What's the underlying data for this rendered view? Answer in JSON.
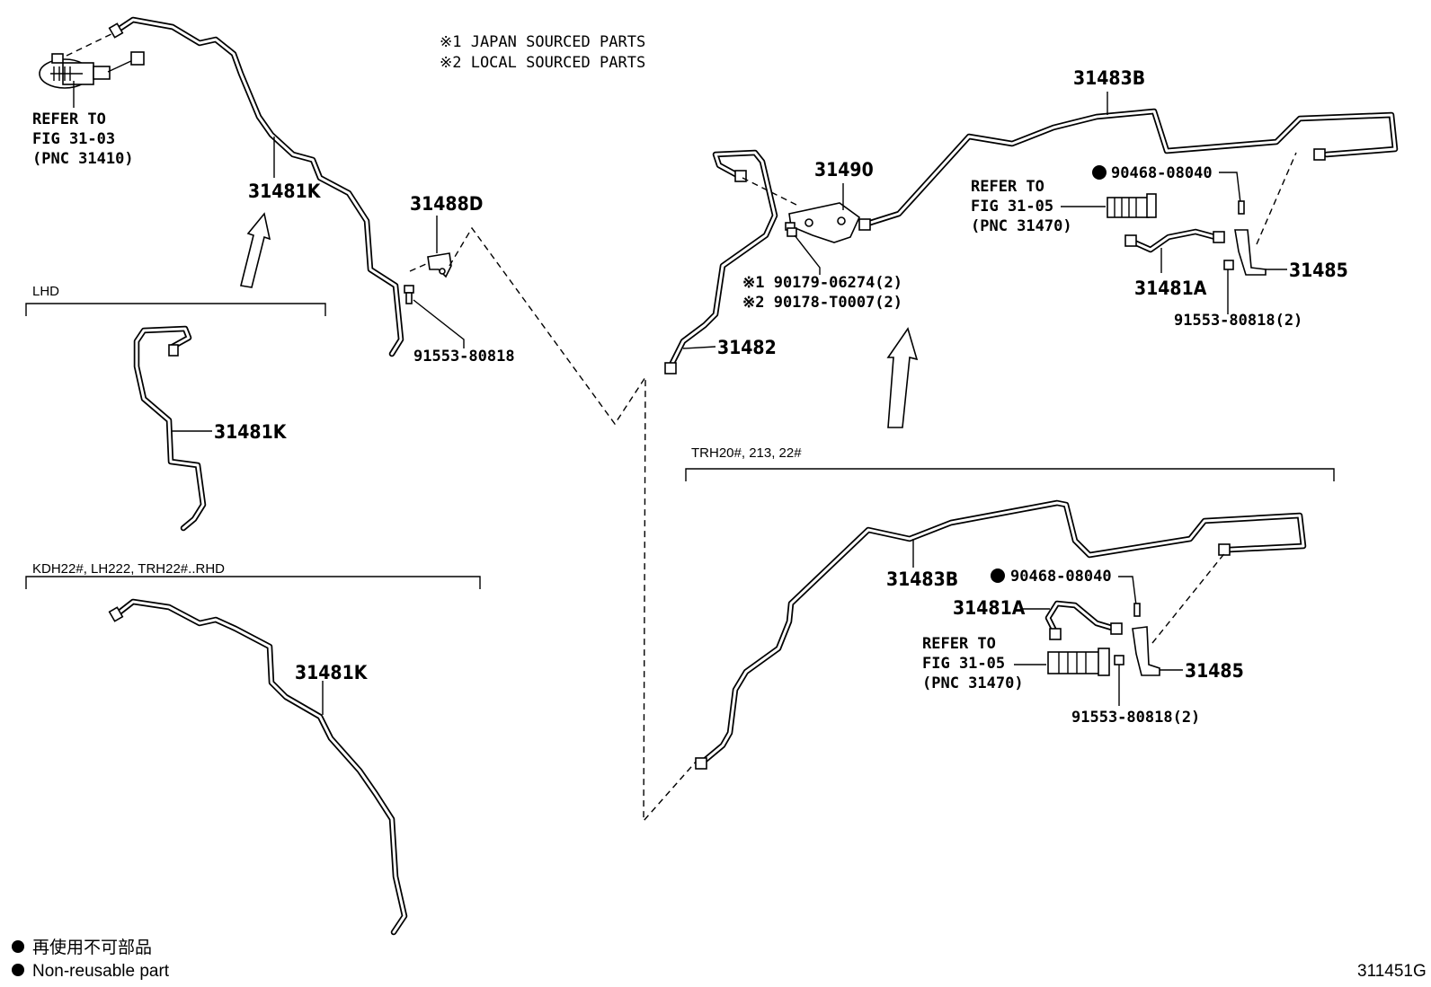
{
  "notes": {
    "japan": "※1 JAPAN SOURCED PARTS",
    "local": "※2 LOCAL SOURCED PARTS"
  },
  "sections": {
    "lhd": "LHD",
    "rhd": "KDH22#, LH222, TRH22#..RHD",
    "trh": "TRH20#, 213, 22#"
  },
  "refs": {
    "left": [
      "REFER TO",
      "FIG 31-03",
      "(PNC 31410)"
    ],
    "right_top": [
      "REFER TO",
      "FIG 31-05",
      "(PNC 31470)"
    ],
    "right_bottom": [
      "REFER TO",
      "FIG 31-05",
      "(PNC 31470)"
    ]
  },
  "parts": {
    "p31481K_top": "31481K",
    "p31481K_lhd": "31481K",
    "p31481K_rhd": "31481K",
    "p31488D": "31488D",
    "p91553_top": "91553-80818",
    "p31482": "31482",
    "p31490": "31490",
    "p90179": "※1 90179-06274(2)",
    "p90178": "※2 90178-T0007(2)",
    "p31483B_top": "31483B",
    "p90468_top": "90468-08040",
    "p31481A_top": "31481A",
    "p31485_top": "31485",
    "p91553_right_top": "91553-80818(2)",
    "p31483B_bottom": "31483B",
    "p90468_bottom": "90468-08040",
    "p31481A_bottom": "31481A",
    "p31485_bottom": "31485",
    "p91553_right_bottom": "91553-80818(2)"
  },
  "legend": {
    "jp": "再使用不可部品",
    "en": "Non-reusable part"
  },
  "figure_id": "311451G"
}
